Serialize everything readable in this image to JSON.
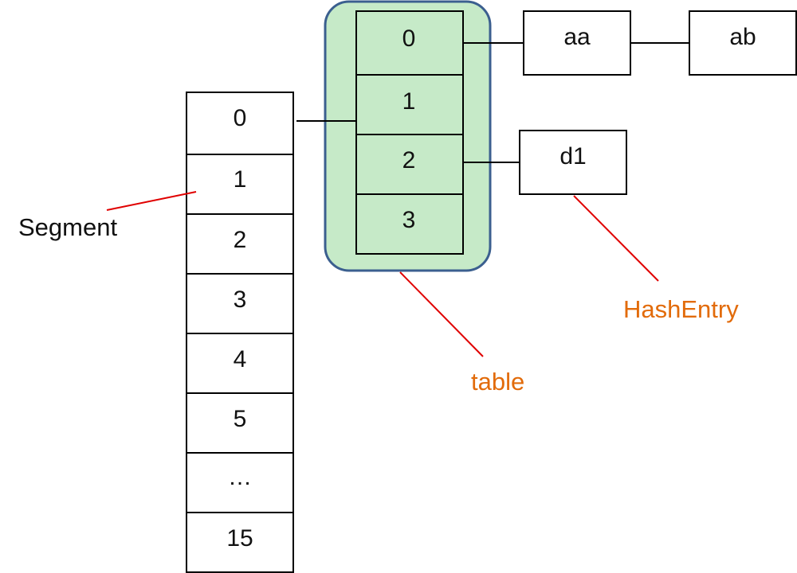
{
  "colors": {
    "cell_border": "#000000",
    "table_fill": "#c6eac8",
    "table_border": "#3b5f8f",
    "annotation_line": "#e00000",
    "segment_label": "#111111",
    "orange_label": "#e26b0a"
  },
  "segment_array": {
    "cells": [
      "0",
      "1",
      "2",
      "3",
      "4",
      "5",
      "…",
      "15"
    ]
  },
  "table_array": {
    "cells": [
      "0",
      "1",
      "2",
      "3"
    ]
  },
  "entries": {
    "aa": "aa",
    "ab": "ab",
    "d1": "d1"
  },
  "labels": {
    "segment": "Segment",
    "table": "table",
    "hash_entry": "HashEntry"
  }
}
